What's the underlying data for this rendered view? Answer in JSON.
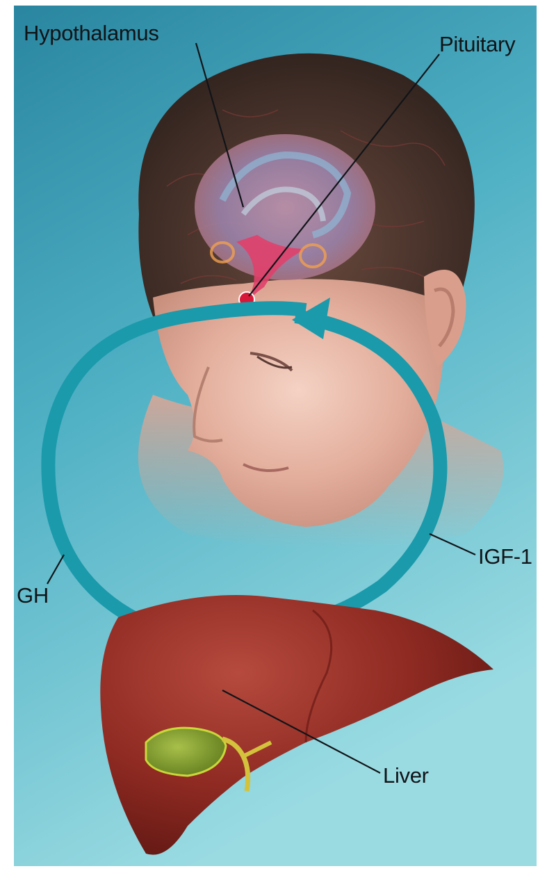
{
  "labels": {
    "hypothalamus": "Hypothalamus",
    "pituitary": "Pituitary",
    "igf1": "IGF-1",
    "gh": "GH",
    "liver": "Liver"
  },
  "colors": {
    "background_top": "#2f8fa6",
    "background_bottom": "#8fd3dd",
    "arrow": "#1a9aab",
    "liver": "#8e2a22",
    "gallbladder": "#7f9a2c",
    "skin": "#e8b8a6",
    "hair": "#3a2a24",
    "label_text": "#101418"
  },
  "icons": {
    "head": "human-head-illustration",
    "brain": "brain-illustration",
    "liver": "liver-illustration",
    "cycle": "circular-arrow"
  }
}
